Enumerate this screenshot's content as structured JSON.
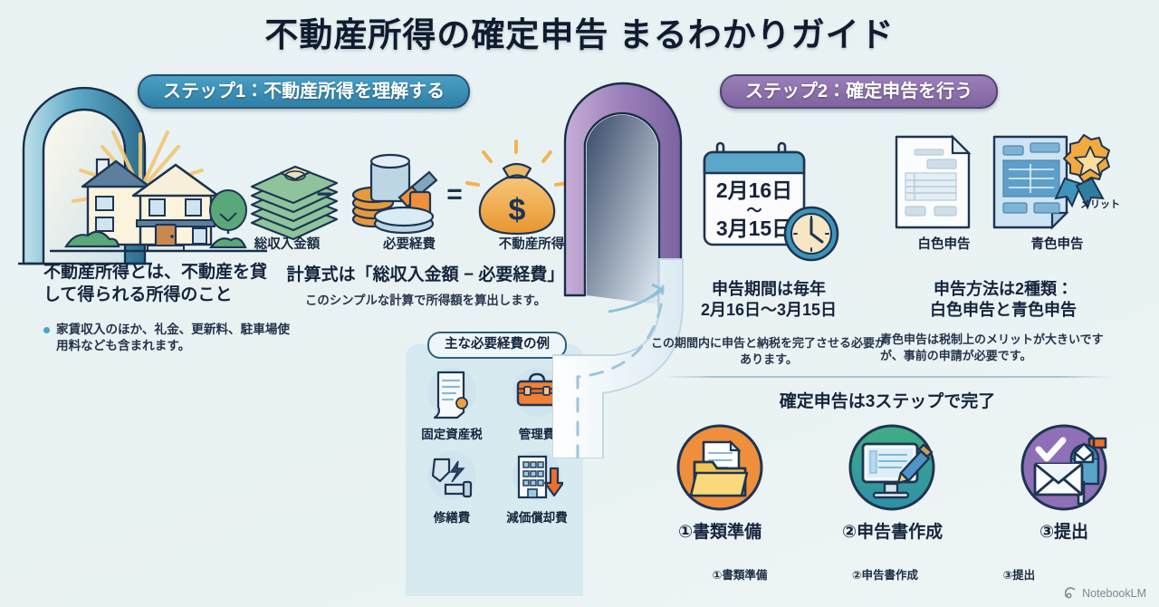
{
  "title": "不動産所得の確定申告 まるわかりガイド",
  "steps": {
    "step1_label": "ステップ1：不動産所得を理解する",
    "step2_label": "ステップ2：確定申告を行う"
  },
  "left": {
    "formula_labels": [
      "総収入金額",
      "必要経費",
      "不動産所得"
    ],
    "operators": [
      "−",
      "−",
      "="
    ],
    "lead": "不動産所得とは、不動産を貸して得られる所得のこと",
    "bullet": "家賃収入のほか、礼金、更新料、駐車場使用料なども含まれます。",
    "calc_head": "計算式は「総収入金額 − 必要経費」",
    "calc_sub": "このシンプルな計算で所得額を算出します。",
    "expenses_title": "主な必要経費の例",
    "expenses": [
      {
        "label": "固定資産税",
        "icon": "scroll-document-icon"
      },
      {
        "label": "管理費",
        "icon": "toolbox-icon"
      },
      {
        "label": "修繕費",
        "icon": "broken-pipe-icon"
      },
      {
        "label": "減価償却費",
        "icon": "building-down-arrow-icon"
      }
    ]
  },
  "right": {
    "calendar": {
      "line1": "2月16日",
      "tilde": "〜",
      "line2": "3月15日"
    },
    "period_head": "申告期間は毎年\n2月16日〜3月15日",
    "period_head_l1": "申告期間は毎年",
    "period_head_l2": "2月16日〜3月15日",
    "period_sub": "この期間内に申告と納税を完了させる必要があります。",
    "form_labels": [
      "白色申告",
      "青色申告"
    ],
    "badge_label": "メリット",
    "method_head_l1": "申告方法は2種類：",
    "method_head_l2": "白色申告と青色申告",
    "method_sub": "青色申告は税制上のメリットが大きいですが、事前の申請が必要です。",
    "steps_head": "確定申告は3ステップで完了",
    "circles": [
      {
        "label": "①書類準備",
        "icon": "folder-documents-icon",
        "color": "#ef8f3c"
      },
      {
        "label": "②申告書作成",
        "icon": "monitor-pencil-icon",
        "color": "#34a87f"
      },
      {
        "label": "③提出",
        "icon": "mailbox-envelope-icon",
        "color": "#8f6fb5"
      }
    ],
    "mini_steps": [
      "①書類準備",
      "②申告書作成",
      "③提出"
    ]
  },
  "watermark": {
    "label": "NotebookLM",
    "icon": "notebooklm-icon"
  },
  "colors": {
    "bg": "#eaf3f4",
    "step1_pill": "#2f7fa6",
    "step2_pill": "#7f64a0",
    "arch_left": "#4a9fc4",
    "arch_right": "#9a7fb8",
    "ink": "#16243c",
    "accent_orange": "#ef8f3c",
    "accent_green": "#34a87f",
    "accent_purple": "#8f6fb5",
    "money_green": "#6fae7e",
    "gold": "#f0a93f"
  }
}
